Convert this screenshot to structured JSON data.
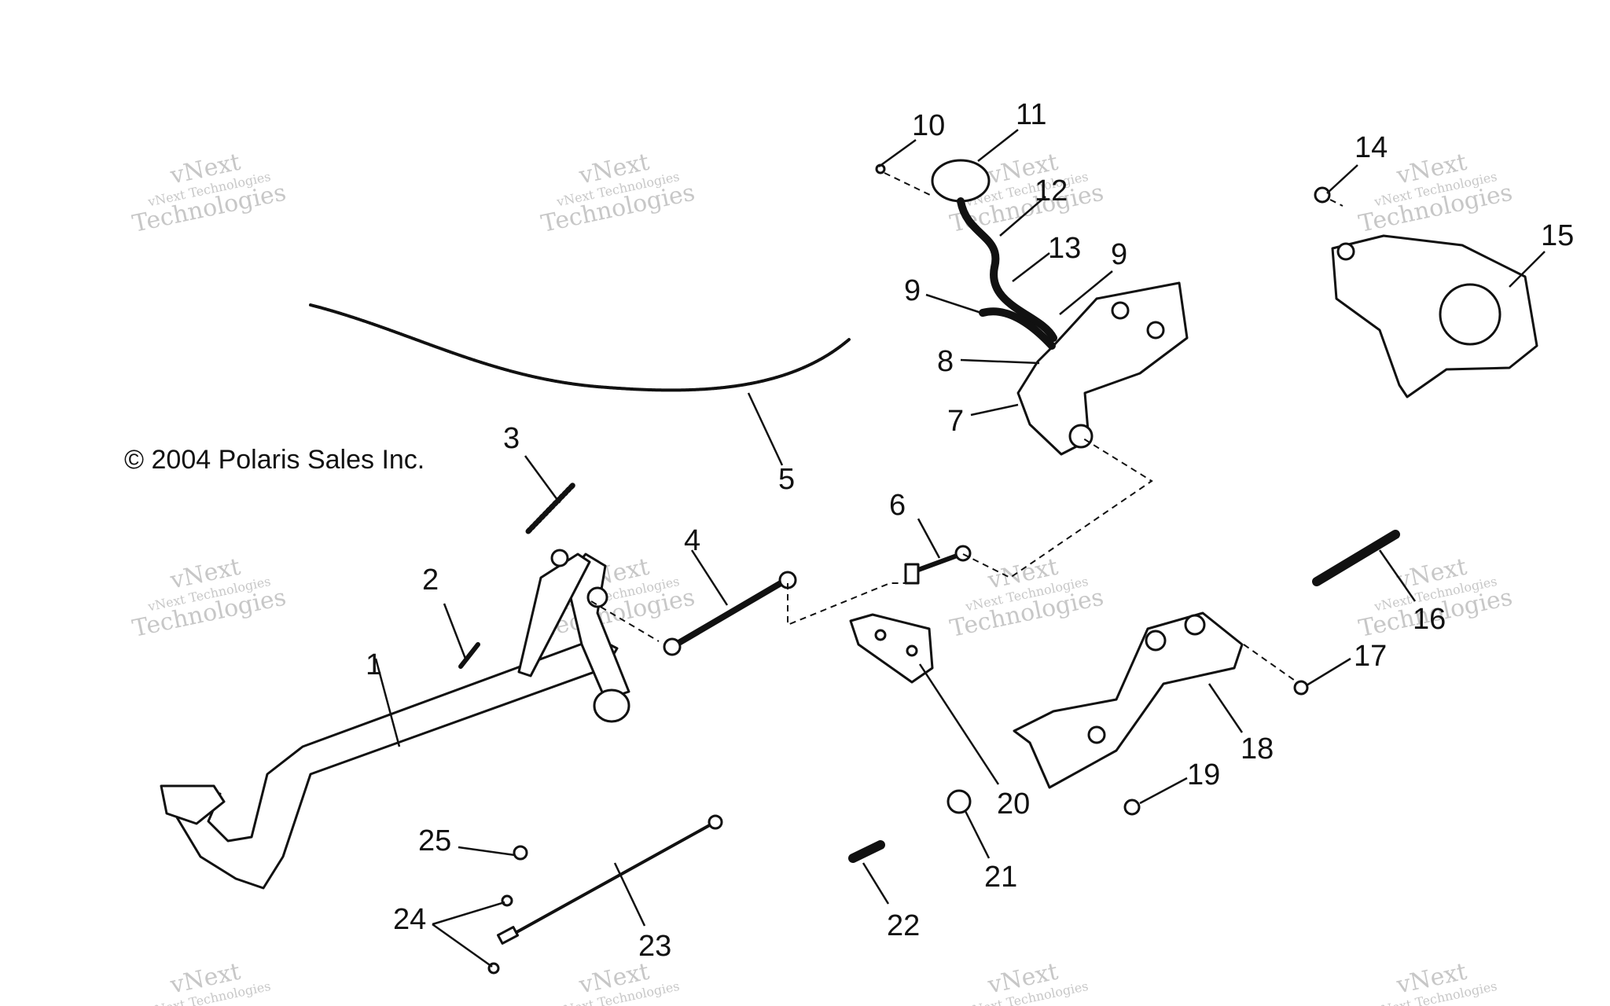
{
  "copyright": "© 2004 Polaris Sales Inc.",
  "watermark": {
    "line1": "vNext",
    "line2": "vNext Technologies",
    "line3": "Technologies"
  },
  "callouts": [
    "1",
    "2",
    "3",
    "4",
    "5",
    "6",
    "7",
    "8",
    "9",
    "9",
    "10",
    "11",
    "12",
    "13",
    "14",
    "15",
    "16",
    "17",
    "18",
    "19",
    "20",
    "21",
    "22",
    "23",
    "24",
    "25"
  ]
}
